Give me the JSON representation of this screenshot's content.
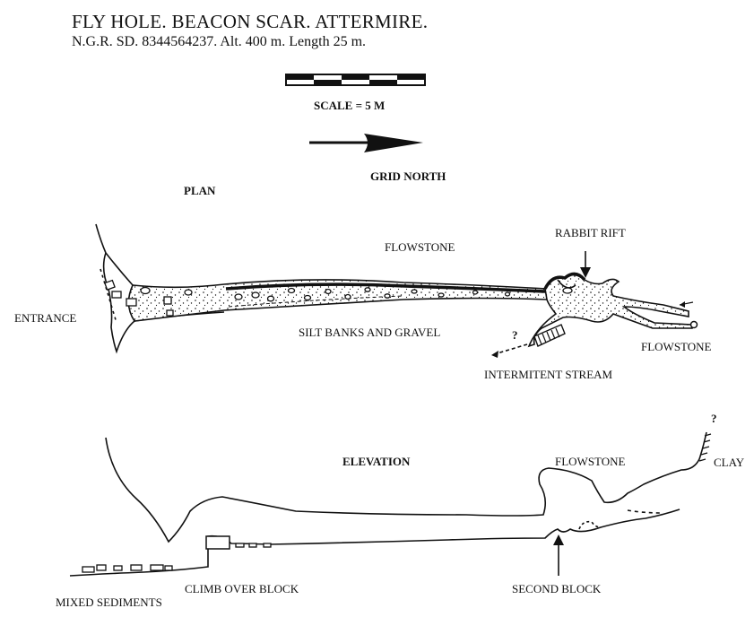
{
  "header": {
    "title": "FLY HOLE. BEACON SCAR. ATTERMIRE.",
    "subtitle": "N.G.R. SD. 8344564237. Alt. 400 m. Length 25 m."
  },
  "legend": {
    "scale_label": "SCALE = 5 M",
    "north_label": "GRID NORTH"
  },
  "plan": {
    "heading": "PLAN",
    "labels": {
      "entrance": "ENTRANCE",
      "flowstone_top": "FLOWSTONE",
      "rabbit_rift": "RABBIT RIFT",
      "silt_banks": "SILT BANKS AND GRAVEL",
      "question": "?",
      "flowstone_right": "FLOWSTONE",
      "stream": "INTERMITENT STREAM"
    }
  },
  "elevation": {
    "heading": "ELEVATION",
    "labels": {
      "flowstone": "FLOWSTONE",
      "question": "?",
      "clay": "CLAY",
      "mixed_sediments": "MIXED SEDIMENTS",
      "climb_over_block": "CLIMB OVER BLOCK",
      "second_block": "SECOND BLOCK"
    }
  },
  "colors": {
    "ink": "#111111",
    "paper": "#ffffff",
    "fill_light": "#e6e6e6"
  }
}
